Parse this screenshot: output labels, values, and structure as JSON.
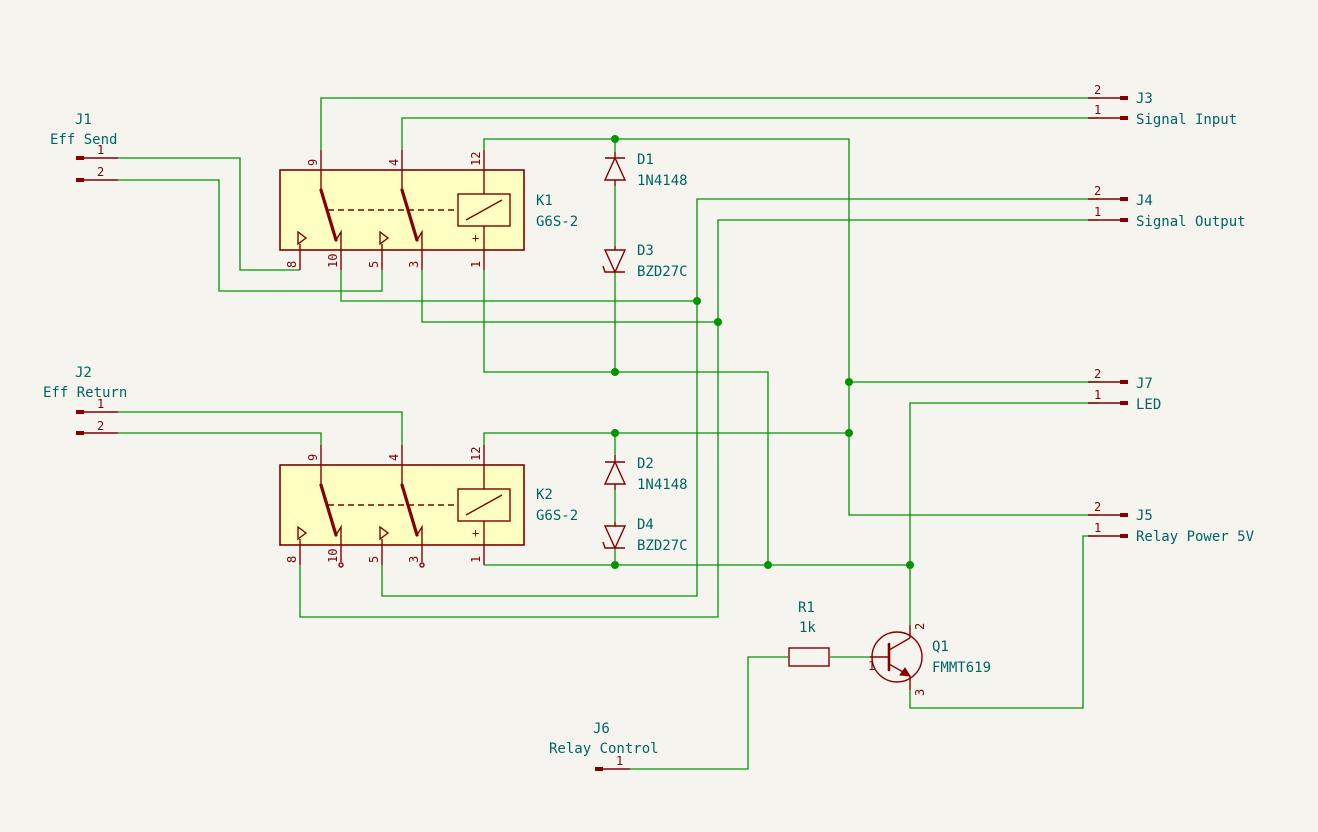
{
  "colors": {
    "background": "#f5f4ef",
    "wire": "#009600",
    "symbol": "#840000",
    "symbol_fill": "#ffffc2",
    "text": "#006464"
  },
  "J1": {
    "ref": "J1",
    "value": "Eff Send",
    "pin1": "1",
    "pin2": "2"
  },
  "J2": {
    "ref": "J2",
    "value": "Eff Return",
    "pin1": "1",
    "pin2": "2"
  },
  "J3": {
    "ref": "J3",
    "value": "Signal Input",
    "pin2": "2",
    "pin1": "1"
  },
  "J4": {
    "ref": "J4",
    "value": "Signal Output",
    "pin2": "2",
    "pin1": "1"
  },
  "J5": {
    "ref": "J5",
    "value": "Relay Power 5V",
    "pin2": "2",
    "pin1": "1"
  },
  "J6": {
    "ref": "J6",
    "value": "Relay Control",
    "pin1": "1"
  },
  "J7": {
    "ref": "J7",
    "value": "LED",
    "pin2": "2",
    "pin1": "1"
  },
  "K1": {
    "ref": "K1",
    "value": "G6S-2",
    "pins": [
      "9",
      "4",
      "12",
      "8",
      "10",
      "5",
      "3",
      "1"
    ]
  },
  "K2": {
    "ref": "K2",
    "value": "G6S-2",
    "pins": [
      "9",
      "4",
      "12",
      "8",
      "10",
      "5",
      "3",
      "1"
    ]
  },
  "D1": {
    "ref": "D1",
    "value": "1N4148"
  },
  "D2": {
    "ref": "D2",
    "value": "1N4148"
  },
  "D3": {
    "ref": "D3",
    "value": "BZD27C"
  },
  "D4": {
    "ref": "D4",
    "value": "BZD27C"
  },
  "R1": {
    "ref": "R1",
    "value": "1k"
  },
  "Q1": {
    "ref": "Q1",
    "value": "FMMT619",
    "pin_b": "1",
    "pin_c": "2",
    "pin_e": "3"
  },
  "relay_coil_plus": "+"
}
